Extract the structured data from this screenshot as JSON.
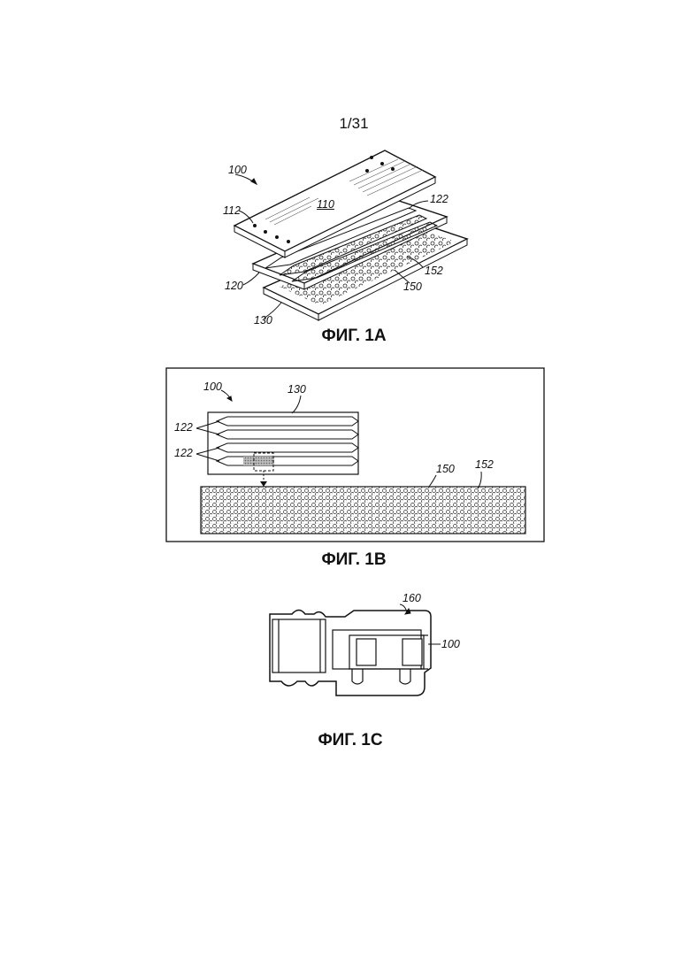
{
  "page_number": "1/31",
  "fig_1a": {
    "caption": "ФИГ. 1А",
    "refs": {
      "r100": "100",
      "r112": "112",
      "r110": "110",
      "r122": "122",
      "r152": "152",
      "r120": "120",
      "r150": "150",
      "r130": "130"
    }
  },
  "fig_1b": {
    "caption": "ФИГ. 1В",
    "refs": {
      "r100": "100",
      "r130": "130",
      "r122a": "122",
      "r122b": "122",
      "r150": "150",
      "r152": "152"
    }
  },
  "fig_1c": {
    "caption": "ФИГ. 1С",
    "refs": {
      "r160": "160",
      "r100": "100"
    }
  }
}
